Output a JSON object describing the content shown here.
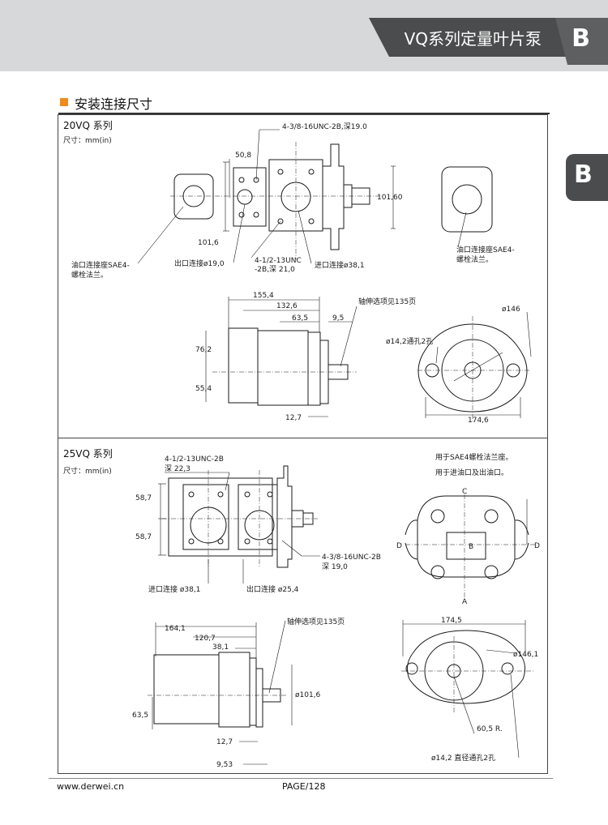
{
  "header": {
    "title": "VQ系列定量叶片泵",
    "section_letter": "B",
    "side_tab_letter": "B"
  },
  "section": {
    "title": "安装连接尺寸"
  },
  "block_20vq": {
    "title": "20VQ 系列",
    "unit": "尺寸：mm(in)",
    "labels": {
      "bolt": "4-3/8-16UNC-2B,深19.0",
      "d508": "50,8",
      "d1016a": "101,6",
      "d10160": "101,60",
      "outlet": "出口连接ø19,0",
      "thread1": "4-1/2-13UNC",
      "thread2": "-2B,深 21,0",
      "inlet": "进口连接ø38,1",
      "flange_l1": "油口连接座SAE4-",
      "flange_l2": "螺栓法兰。",
      "flange_r1": "油口连接座SAE4-",
      "flange_r2": "螺栓法兰。",
      "d1554": "155,4",
      "d1326": "132,6",
      "d635": "63,5",
      "d95": "9,5",
      "shaft": "轴伸选项见135页",
      "d762": "76,2",
      "d554": "55,4",
      "d127": "12,7",
      "d146": "ø146",
      "hole": "ø14,2通孔2孔",
      "d1746": "174,6"
    }
  },
  "block_25vq": {
    "title": "25VQ 系列",
    "unit": "尺寸：mm(in)",
    "labels": {
      "thread1": "4-1/2-13UNC-2B",
      "thread2": "深 22,3",
      "d587a": "58,7",
      "d587b": "58,7",
      "bolt1": "4-3/8-16UNC-2B",
      "bolt2": "深 19,0",
      "inlet": "进口连接  ø38,1",
      "outlet": "出口连接  ø25,4",
      "note1": "用于SAE4螺栓法兰座。",
      "note2": "用于进油口及出油口。",
      "c": "C",
      "a": "A",
      "b": "B",
      "d_left": "D",
      "d_right": "D",
      "d1641": "164,1",
      "d1207": "120,7",
      "d381": "38,1",
      "shaft": "轴伸选项见135页",
      "d1016": "ø101,6",
      "d635": "63,5",
      "d127": "12,7",
      "d953": "9,53",
      "d1745": "174,5",
      "d1461": "ø146,1",
      "r605": "60,5 R.",
      "hole": "ø14,2 直径通孔2孔"
    }
  },
  "footer": {
    "site": "www.derwei.cn",
    "page": "PAGE/128"
  },
  "colors": {
    "accent": "#f08a1c",
    "header_dark": "#4b4c4d",
    "header_light": "#d7d8d9"
  }
}
